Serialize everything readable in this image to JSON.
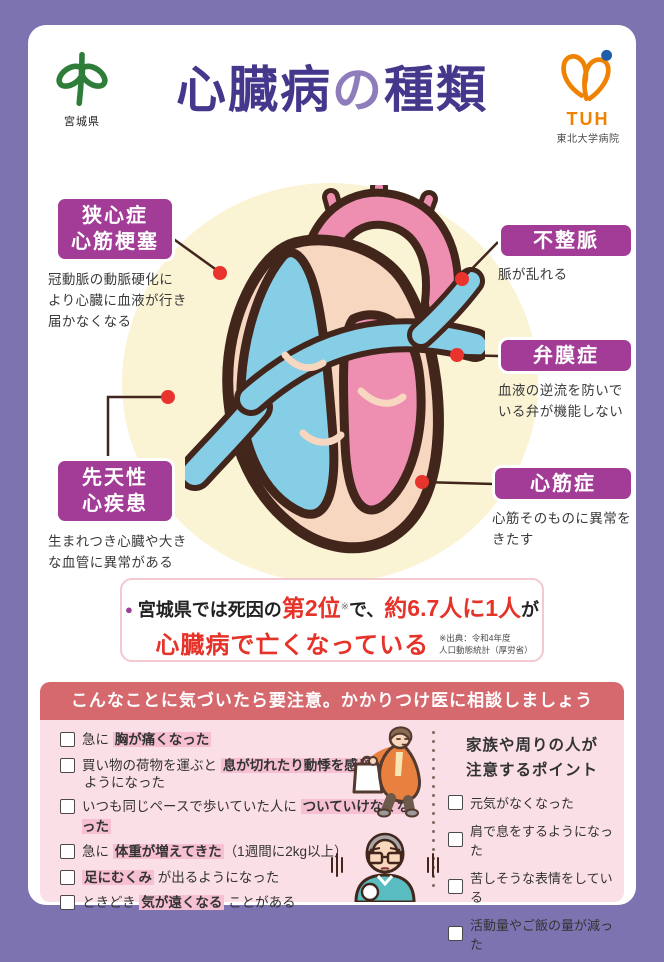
{
  "header": {
    "title": {
      "seg1": "心臓病",
      "no": "の",
      "seg2": "種類"
    },
    "miyagi_label": "宮城県",
    "tuh": {
      "acronym": "TUH",
      "name": "東北大学病院"
    }
  },
  "diagram": {
    "callouts": [
      {
        "label_lines": [
          "狭心症",
          "心筋梗塞"
        ],
        "desc_lines": [
          "冠動脈の動脈硬化に",
          "より心臓に血液が行き",
          "届かなくなる"
        ]
      },
      {
        "label_lines": [
          "不整脈"
        ],
        "desc_lines": [
          "脈が乱れる"
        ]
      },
      {
        "label_lines": [
          "弁膜症"
        ],
        "desc_lines": [
          "血液の逆流を防いで",
          "いる弁が機能しない"
        ]
      },
      {
        "label_lines": [
          "先天性",
          "心疾患"
        ],
        "desc_lines": [
          "生まれつき心臓や大き",
          "な血管に異常がある"
        ]
      },
      {
        "label_lines": [
          "心筋症"
        ],
        "desc_lines": [
          "心筋そのものに異常を",
          "きたす"
        ]
      }
    ]
  },
  "stats": {
    "bullet": "●",
    "s1": "宮城県では死因の",
    "s2": "第2位",
    "sup": "※",
    "s3": "で、",
    "s4": "約6.7人に1人",
    "s5": "が",
    "line2": "心臓病で亡くなっている",
    "footnote_lines": [
      "※出典：令和4年度",
      "人口動態統計（厚労省）"
    ]
  },
  "warning": {
    "banner": "こんなことに気づいたら要注意。かかりつけ医に相談しましょう",
    "left_items": [
      {
        "a": "急に ",
        "b": "胸が痛くなった"
      },
      {
        "a": "買い物の荷物を運ぶと ",
        "b": "息が切れたり動悸を感じる",
        "c": "ようになった"
      },
      {
        "a": "いつも同じペースで歩いていた人に ",
        "b": "ついていけなくなった"
      },
      {
        "a": "急に ",
        "b": "体重が増えてきた",
        "c": "（1週間に2kg以上）"
      },
      {
        "b": "足にむくみ",
        "c": " が出るようになった"
      },
      {
        "a": "ときどき ",
        "b": "気が遠くなる",
        "c": " ことがある"
      }
    ],
    "right": {
      "heading_lines": [
        "家族や周りの人が",
        "注意するポイント"
      ],
      "items": [
        "元気がなくなった",
        "肩で息をするようになった",
        "苦しそうな表情をしている",
        "活動量やご飯の量が減った"
      ]
    }
  },
  "colors": {
    "outer_purple": "#7d73b1",
    "title_purple": "#45378b",
    "callout_magenta": "#a23c96",
    "accent_red": "#e6332a",
    "banner_red": "#d6696e",
    "panel_pink": "#fbdfe6",
    "highlight_pink": "#f6c0d2",
    "halo_yellow": "#faf3d4",
    "heart_blue": "#86cde6",
    "heart_pink": "#ee8fb1",
    "heart_peach": "#f8d7c1",
    "heart_outline": "#42261c",
    "tuh_orange": "#ef8200",
    "miyagi_green": "#2e7d39"
  }
}
